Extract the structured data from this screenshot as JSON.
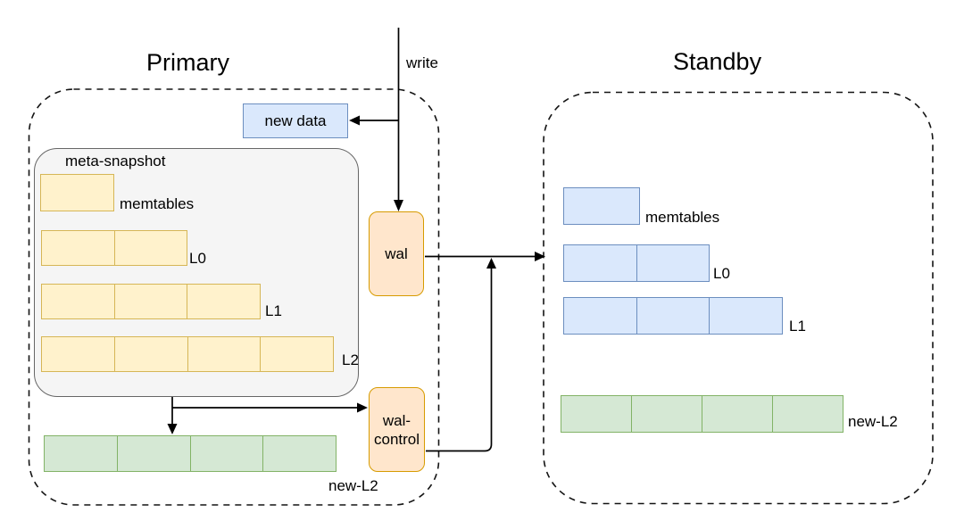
{
  "palette": {
    "yellow_fill": "#fff2cc",
    "yellow_border": "#d6b656",
    "blue_fill": "#dae8fc",
    "blue_border": "#6c8ebf",
    "green_fill": "#d5e8d4",
    "green_border": "#82b366",
    "orange_fill": "#ffe6cc",
    "orange_border": "#d79b00",
    "snapshot_fill": "#f5f5f5",
    "snapshot_border": "#666666",
    "line_color": "#000000"
  },
  "primary": {
    "title": "Primary",
    "new_data_label": "new data",
    "wal_label": "wal",
    "wal_control_label": "wal-\ncontrol",
    "meta_snapshot": {
      "label": "meta-snapshot",
      "rows": [
        {
          "label": "memtables",
          "cells": 1,
          "color": "yellow"
        },
        {
          "label": "L0",
          "cells": 2,
          "color": "yellow"
        },
        {
          "label": "L1",
          "cells": 3,
          "color": "yellow"
        },
        {
          "label": "L2",
          "cells": 4,
          "color": "yellow"
        }
      ]
    },
    "new_l2": {
      "label": "new-L2",
      "cells": 4,
      "color": "green"
    }
  },
  "standby": {
    "title": "Standby",
    "rows": [
      {
        "label": "memtables",
        "cells": 1,
        "color": "blue"
      },
      {
        "label": "L0",
        "cells": 2,
        "color": "blue"
      },
      {
        "label": "L1",
        "cells": 3,
        "color": "blue"
      },
      {
        "label": "new-L2",
        "cells": 4,
        "color": "green"
      }
    ]
  },
  "edges": {
    "write_label": "write"
  }
}
